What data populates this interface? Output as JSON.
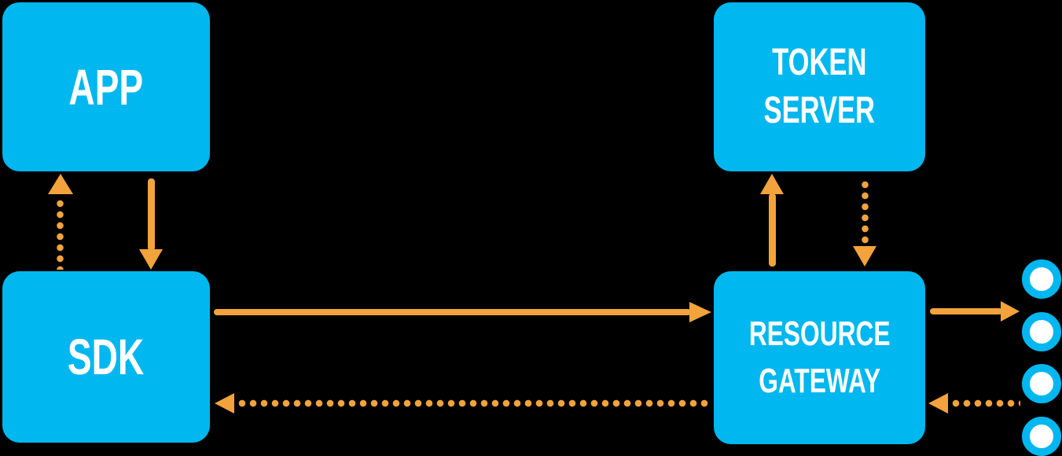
{
  "colors": {
    "background": "#000000",
    "node": "#00B7EF",
    "arrow": "#F2A33C",
    "label": "#FFFFFF",
    "endpoint_fill": "#FFFFFF"
  },
  "nodes": {
    "app": {
      "label": "APP"
    },
    "sdk": {
      "label": "SDK"
    },
    "token_server": {
      "line1": "TOKEN",
      "line2": "SERVER"
    },
    "resource_gateway": {
      "line1": "RESOURCE",
      "line2": "GATEWAY"
    }
  },
  "edges": [
    {
      "from": "APP",
      "to": "SDK",
      "style": "solid",
      "direction": "down"
    },
    {
      "from": "SDK",
      "to": "APP",
      "style": "dotted",
      "direction": "up"
    },
    {
      "from": "RESOURCE GATEWAY",
      "to": "TOKEN SERVER",
      "style": "solid",
      "direction": "up"
    },
    {
      "from": "TOKEN SERVER",
      "to": "RESOURCE GATEWAY",
      "style": "dotted",
      "direction": "down"
    },
    {
      "from": "SDK",
      "to": "RESOURCE GATEWAY",
      "style": "solid",
      "direction": "right"
    },
    {
      "from": "RESOURCE GATEWAY",
      "to": "SDK",
      "style": "dotted",
      "direction": "left"
    },
    {
      "from": "RESOURCE GATEWAY",
      "to": "ENDPOINTS",
      "style": "solid",
      "direction": "right"
    },
    {
      "from": "ENDPOINTS",
      "to": "RESOURCE GATEWAY",
      "style": "dotted",
      "direction": "left"
    }
  ],
  "endpoints": {
    "count": 4
  }
}
